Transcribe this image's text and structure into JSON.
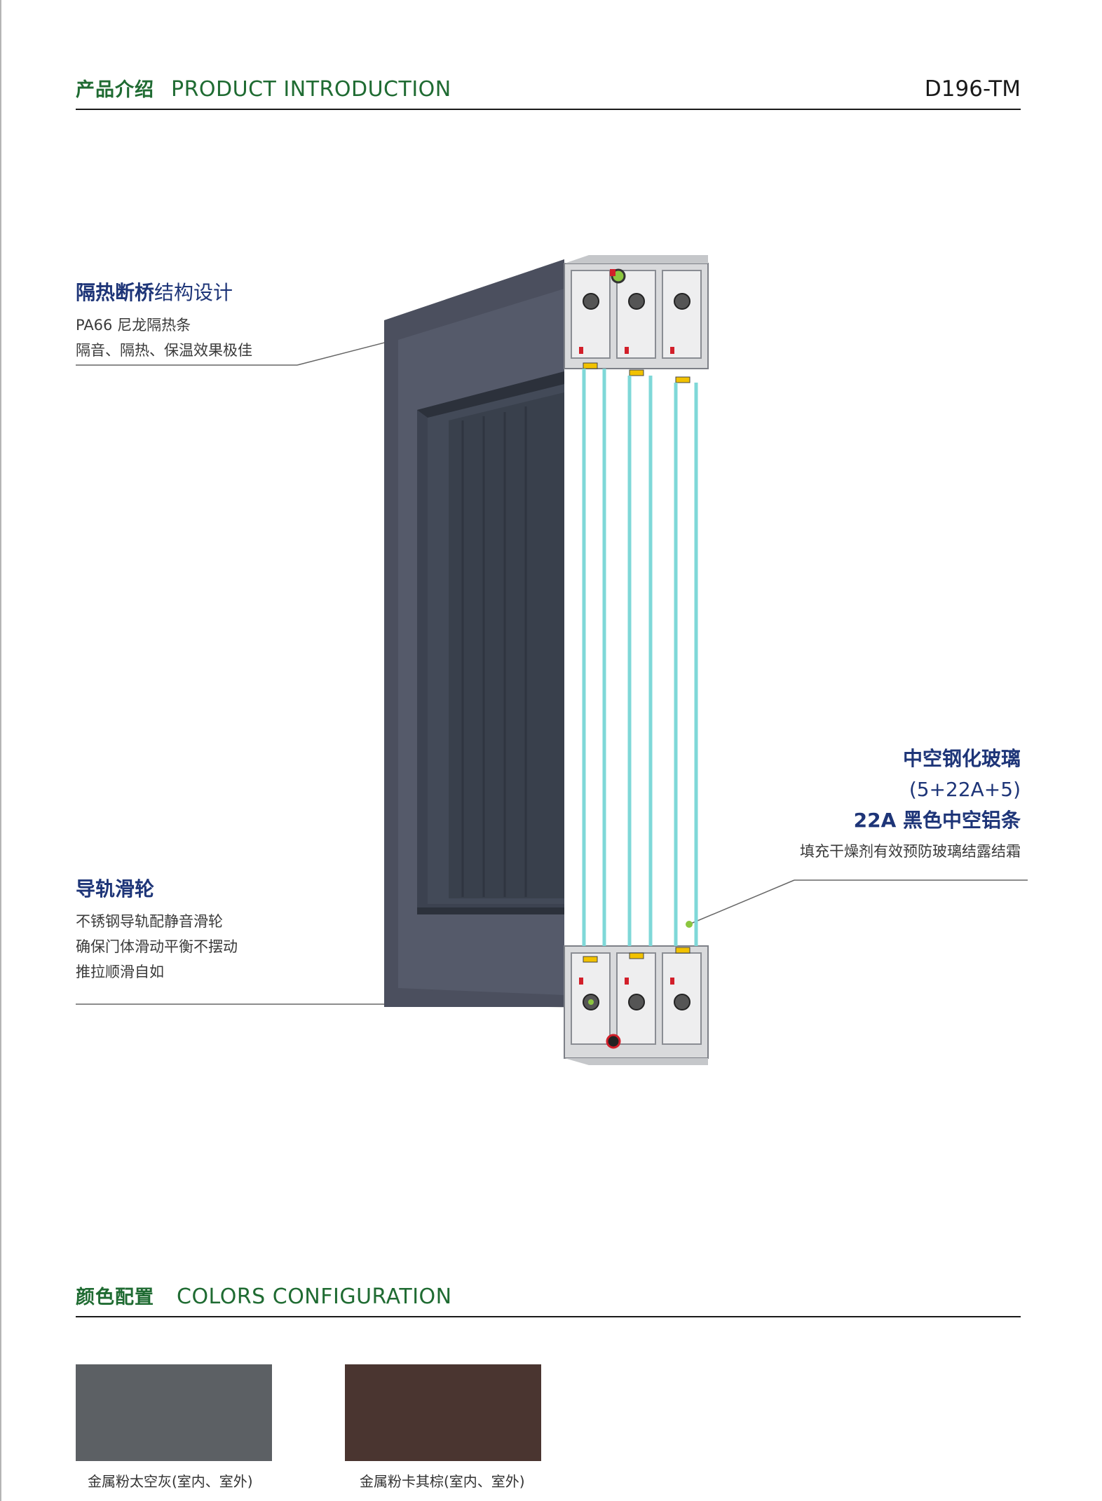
{
  "header": {
    "title_cn": "产品介绍",
    "title_en": "PRODUCT INTRODUCTION",
    "model": "D196-TM"
  },
  "callouts": {
    "thermal_break": {
      "title_bold": "隔热断桥",
      "title_light": "结构设计",
      "lines": [
        "PA66 尼龙隔热条",
        "隔音、隔热、保温效果极佳"
      ]
    },
    "rail": {
      "title": "导轨滑轮",
      "lines": [
        "不锈钢导轨配静音滑轮",
        "确保门体滑动平衡不摆动",
        "推拉顺滑自如"
      ]
    },
    "glass": {
      "title": "中空钢化玻璃",
      "spec": "(5+22A+5)",
      "spacer": "22A 黑色中空铝条",
      "note": "填充干燥剂有效预防玻璃结露结霜"
    }
  },
  "colors_section": {
    "title_cn": "颜色配置",
    "title_en": "COLORS CONFIGURATION",
    "swatches": [
      {
        "label": "金属粉太空灰(室内、室外)",
        "color": "#5c6064"
      },
      {
        "label": "金属粉卡其棕(室内、室外)",
        "color": "#4a3530"
      }
    ]
  },
  "colors": {
    "brand_green": "#1f6b32",
    "callout_blue": "#1e3578",
    "frame_face": "#4b4f5e",
    "glass_line": "#7fd8d8",
    "accent_dot": "#8cc63f"
  }
}
